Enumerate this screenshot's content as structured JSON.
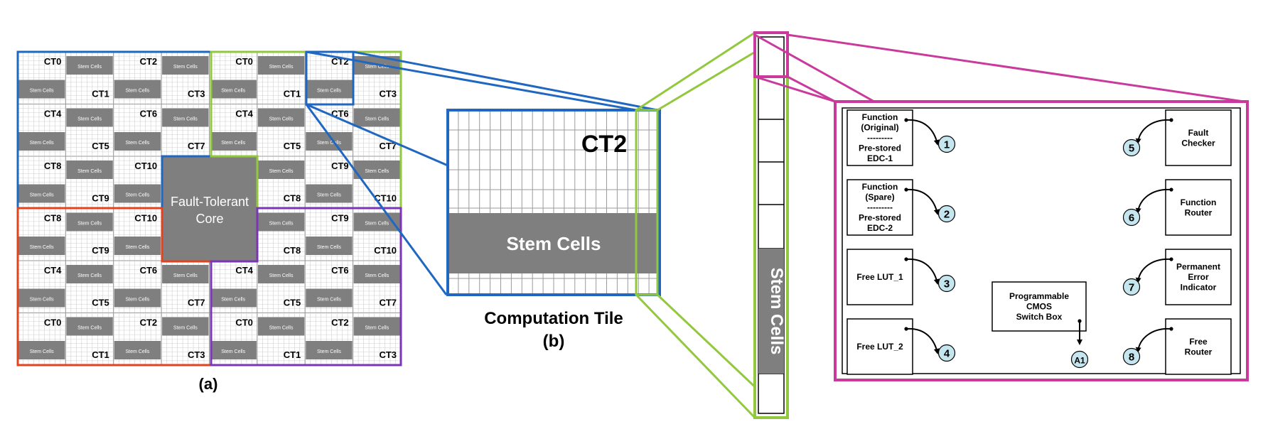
{
  "figure_a": {
    "caption": "(a)",
    "core_label_line1": "Fault-Tolerant",
    "core_label_line2": "Core",
    "stem_label": "Stem Cells",
    "rows": [
      [
        "CT0",
        "CT1",
        "CT2",
        "CT3",
        "CT0",
        "CT1",
        "CT2",
        "CT3"
      ],
      [
        "CT4",
        "CT5",
        "CT6",
        "CT7",
        "CT4",
        "CT5",
        "CT6",
        "CT7"
      ],
      [
        "CT8",
        "CT9",
        "CT10",
        "",
        "",
        "CT8",
        "CT9",
        "CT10"
      ],
      [
        "CT8",
        "CT9",
        "CT10",
        "",
        "",
        "CT8",
        "CT9",
        "CT10"
      ],
      [
        "CT4",
        "CT5",
        "CT6",
        "CT7",
        "CT4",
        "CT5",
        "CT6",
        "CT7"
      ],
      [
        "CT0",
        "CT1",
        "CT2",
        "CT3",
        "CT0",
        "CT1",
        "CT2",
        "CT3"
      ]
    ]
  },
  "figure_b": {
    "tile_label": "CT2",
    "stem_label": "Stem Cells",
    "caption_line1": "Computation Tile",
    "caption_line2": "(b)"
  },
  "figure_c": {
    "column_label": "Stem Cells",
    "left_boxes": [
      {
        "lines": [
          "Function",
          "(Original)",
          "---------",
          "Pre-stored",
          "EDC-1"
        ],
        "badge": "1"
      },
      {
        "lines": [
          "Function",
          "(Spare)",
          "---------",
          "Pre-stored",
          "EDC-2"
        ],
        "badge": "2"
      },
      {
        "lines": [
          "Free LUT_1"
        ],
        "badge": "3"
      },
      {
        "lines": [
          "Free LUT_2"
        ],
        "badge": "4"
      }
    ],
    "right_boxes": [
      {
        "lines": [
          "Fault",
          "Checker"
        ],
        "badge": "5"
      },
      {
        "lines": [
          "Function",
          "Router"
        ],
        "badge": "6"
      },
      {
        "lines": [
          "Permanent",
          "Error",
          "Indicator"
        ],
        "badge": "7"
      },
      {
        "lines": [
          "Free",
          "Router"
        ],
        "badge": "8"
      }
    ],
    "switch_box": {
      "lines": [
        "Programmable",
        "CMOS",
        "Switch Box"
      ],
      "badge": "A1"
    }
  },
  "colors": {
    "blue": "#1f67c0",
    "green": "#92c83e",
    "magenta": "#c93a9c",
    "red": "#e2431f",
    "purple": "#7a36b5",
    "gray": "#7f7f7f",
    "badge_fill": "#c5e6ef"
  }
}
